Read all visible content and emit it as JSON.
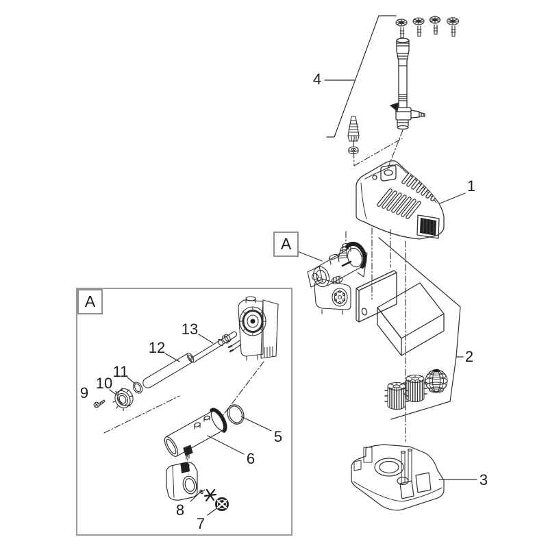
{
  "diagram": {
    "background": "#ffffff",
    "line_color": "#2f2f2f",
    "dark_fill_color": "#1f1f1f",
    "frame_color": "#9b9b9b",
    "detail_marker_label": "A",
    "detail_view_label": "A",
    "callouts": [
      {
        "num": "1"
      },
      {
        "num": "2"
      },
      {
        "num": "3"
      },
      {
        "num": "4"
      },
      {
        "num": "5"
      },
      {
        "num": "6"
      },
      {
        "num": "7"
      },
      {
        "num": "8"
      },
      {
        "num": "9"
      },
      {
        "num": "10"
      },
      {
        "num": "11"
      },
      {
        "num": "12"
      },
      {
        "num": "13"
      }
    ]
  }
}
